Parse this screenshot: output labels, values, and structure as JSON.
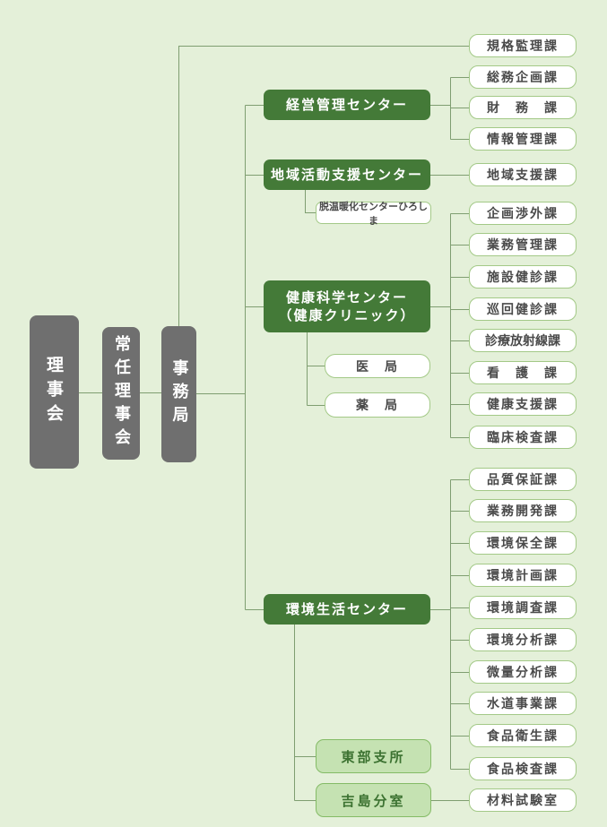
{
  "governance": {
    "board": "理事会",
    "standing_board": "常任理事会",
    "secretariat": "事務局"
  },
  "centers": {
    "management": "経営管理センター",
    "regional": "地域活動支援センター",
    "health_line1": "健康科学センター",
    "health_line2": "（健康クリニック）",
    "environment": "環境生活センター"
  },
  "sub_offices": {
    "decarbonization": "脱温暖化センターひろしま",
    "medical": "医　局",
    "pharmacy": "薬　局",
    "eastern_branch": "東部支所",
    "yoshijima_annex": "吉島分室"
  },
  "departments": {
    "standards": "規格監理課",
    "management_children": [
      "総務企画課",
      "財　務　課",
      "情報管理課"
    ],
    "regional_children": [
      "地域支援課"
    ],
    "health_children": [
      "企画渉外課",
      "業務管理課",
      "施設健診課",
      "巡回健診課",
      "診療放射線課",
      "看　護　課",
      "健康支援課",
      "臨床検査課"
    ],
    "environment_children": [
      "品質保証課",
      "業務開発課",
      "環境保全課",
      "環境計画課",
      "環境調査課",
      "環境分析課",
      "微量分析課",
      "水道事業課",
      "食品衛生課",
      "食品検査課"
    ],
    "yoshijima_children": [
      "材料試験室"
    ]
  },
  "colors": {
    "background": "#e4f0d9",
    "governance_box": "#6f6f6f",
    "center_box": "#447a38",
    "department_border": "#a3c987",
    "branch_box_fill": "#c5e2b2",
    "branch_box_border": "#84bb66",
    "branch_box_text": "#3c7231",
    "connector_line": "#7f9e71",
    "department_text": "#4a4a4a"
  }
}
